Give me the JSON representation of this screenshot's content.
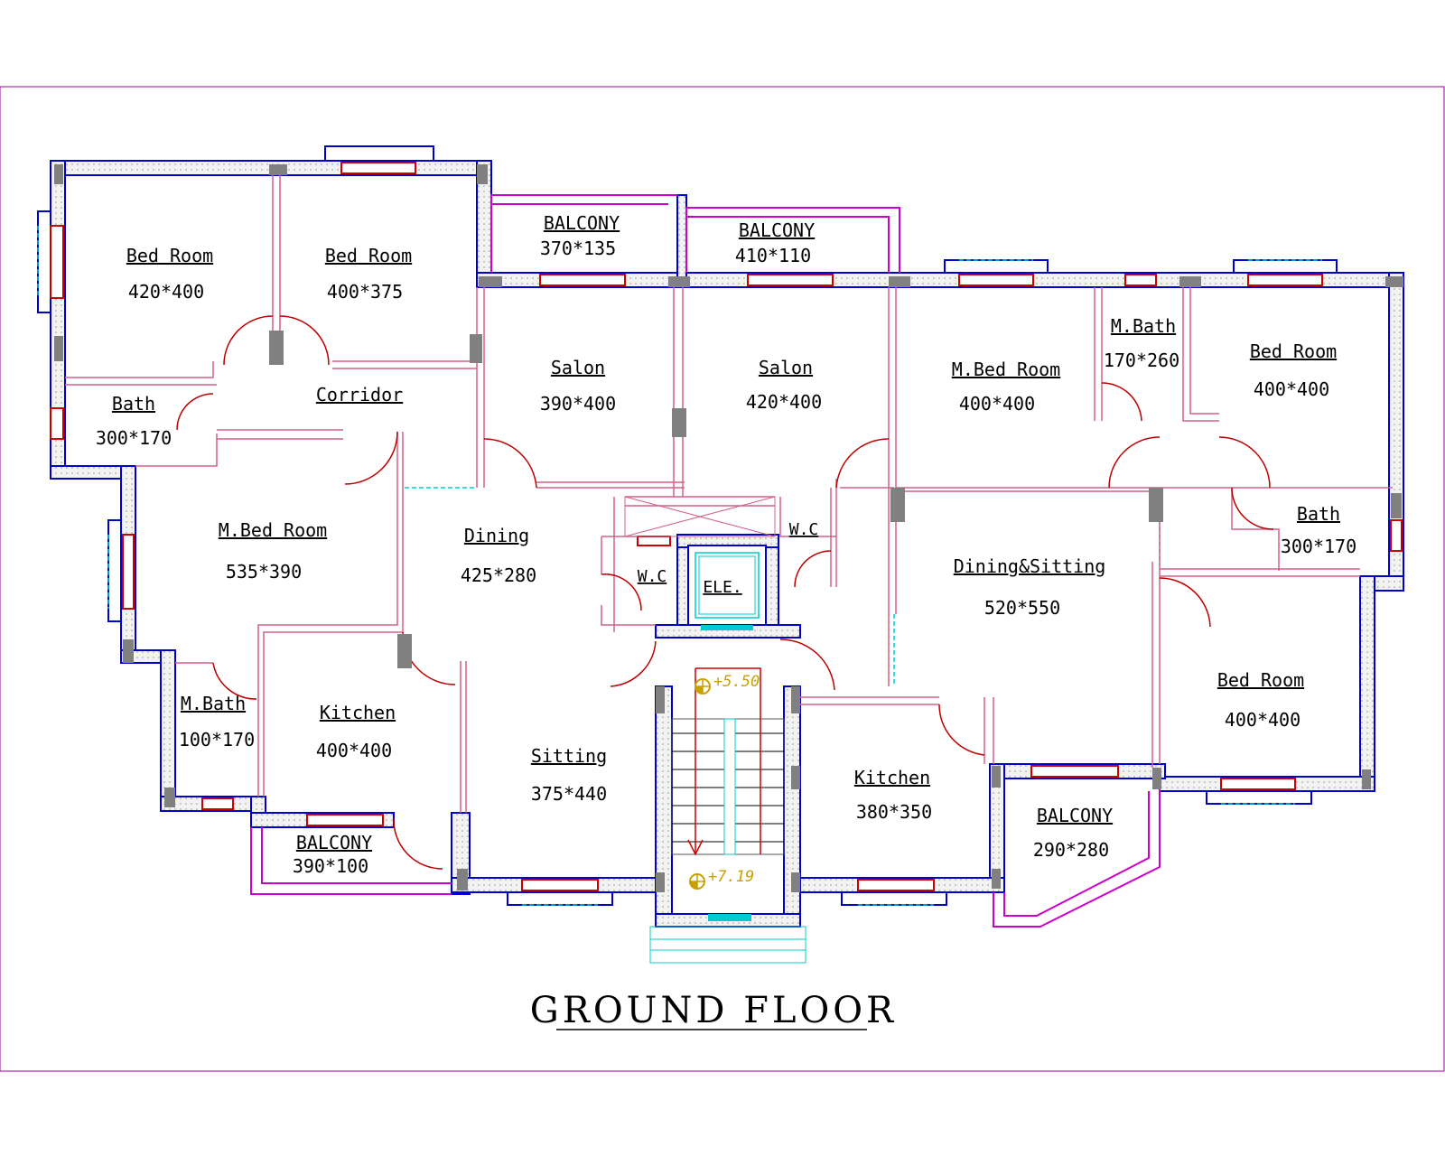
{
  "title": "GROUND FLOOR",
  "rooms": [
    {
      "name": "Bed Room",
      "size": "420*400"
    },
    {
      "name": "Bed Room",
      "size": "400*375"
    },
    {
      "name": "BALCONY",
      "size": "370*135"
    },
    {
      "name": "BALCONY",
      "size": "410*110"
    },
    {
      "name": "Bath",
      "size": "300*170"
    },
    {
      "name": "Corridor",
      "size": ""
    },
    {
      "name": "Salon",
      "size": "390*400"
    },
    {
      "name": "Salon",
      "size": "420*400"
    },
    {
      "name": "M.Bed Room",
      "size": "400*400"
    },
    {
      "name": "M.Bath",
      "size": "170*260"
    },
    {
      "name": "Bed Room",
      "size": "400*400"
    },
    {
      "name": "M.Bed Room",
      "size": "535*390"
    },
    {
      "name": "Dining",
      "size": "425*280"
    },
    {
      "name": "W.C",
      "size": ""
    },
    {
      "name": "W.C",
      "size": ""
    },
    {
      "name": "ELE.",
      "size": ""
    },
    {
      "name": "Dining&Sitting",
      "size": "520*550"
    },
    {
      "name": "Bath",
      "size": "300*170"
    },
    {
      "name": "M.Bath",
      "size": "100*170"
    },
    {
      "name": "Kitchen",
      "size": "400*400"
    },
    {
      "name": "Sitting",
      "size": "375*440"
    },
    {
      "name": "Kitchen",
      "size": "380*350"
    },
    {
      "name": "Bed Room",
      "size": "400*400"
    },
    {
      "name": "BALCONY",
      "size": "390*100"
    },
    {
      "name": "BALCONY",
      "size": "290*280"
    }
  ],
  "levels": [
    "+5.50",
    "+7.19"
  ],
  "colors": {
    "wall_outline": "#0000cc",
    "partition": "#d4608a",
    "balcony": "#cc00cc",
    "window": "#cc0000",
    "column": "#808080",
    "opening": "#00cccc",
    "door": "#bb0000",
    "level": "#c8a000",
    "border": "#990099"
  }
}
